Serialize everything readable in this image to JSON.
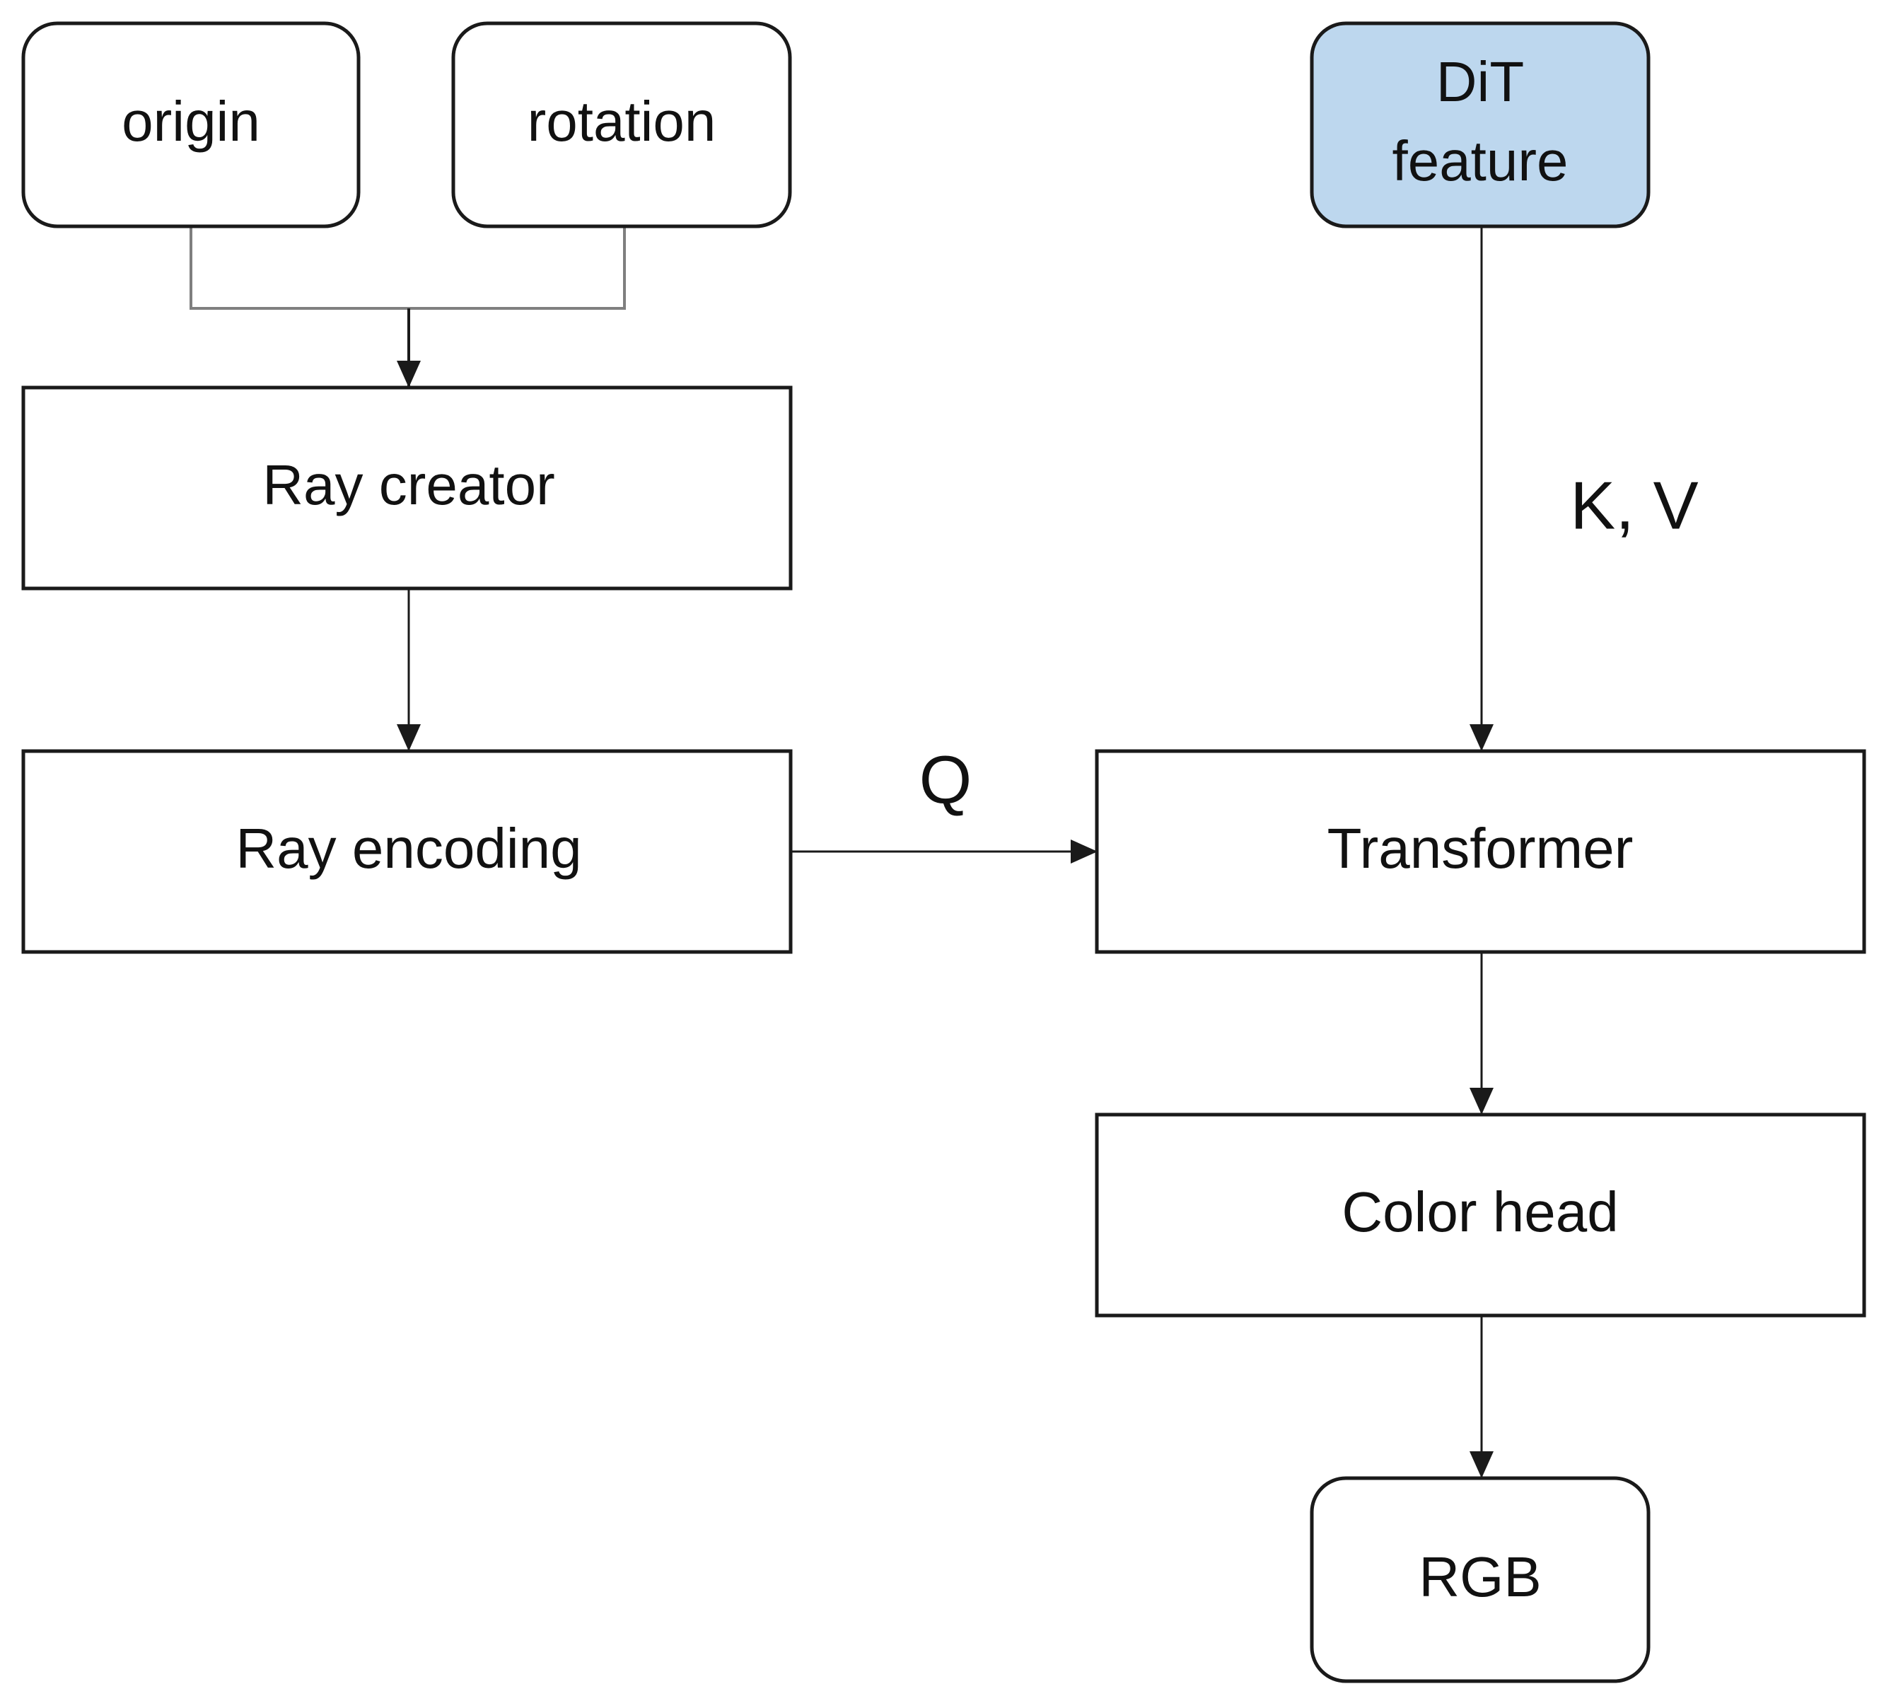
{
  "colors": {
    "box_stroke": "#1a1a1a",
    "box_fill": "#ffffff",
    "highlight_fill": "#bdd7ee",
    "connector_gray": "#7f7f7f",
    "arrow": "#1a1a1a"
  },
  "nodes": {
    "origin": {
      "label": "origin",
      "shape": "rounded"
    },
    "rotation": {
      "label": "rotation",
      "shape": "rounded"
    },
    "ray_creator": {
      "label": "Ray creator",
      "shape": "rect"
    },
    "ray_encoding": {
      "label": "Ray encoding",
      "shape": "rect"
    },
    "dit_feature": {
      "line1": "DiT",
      "line2": "feature",
      "shape": "rounded",
      "highlighted": true
    },
    "transformer": {
      "label": "Transformer",
      "shape": "rect"
    },
    "color_head": {
      "label": "Color head",
      "shape": "rect"
    },
    "rgb": {
      "label": "RGB",
      "shape": "rounded"
    }
  },
  "edges": {
    "q_label": "Q",
    "kv_label": "K, V"
  }
}
